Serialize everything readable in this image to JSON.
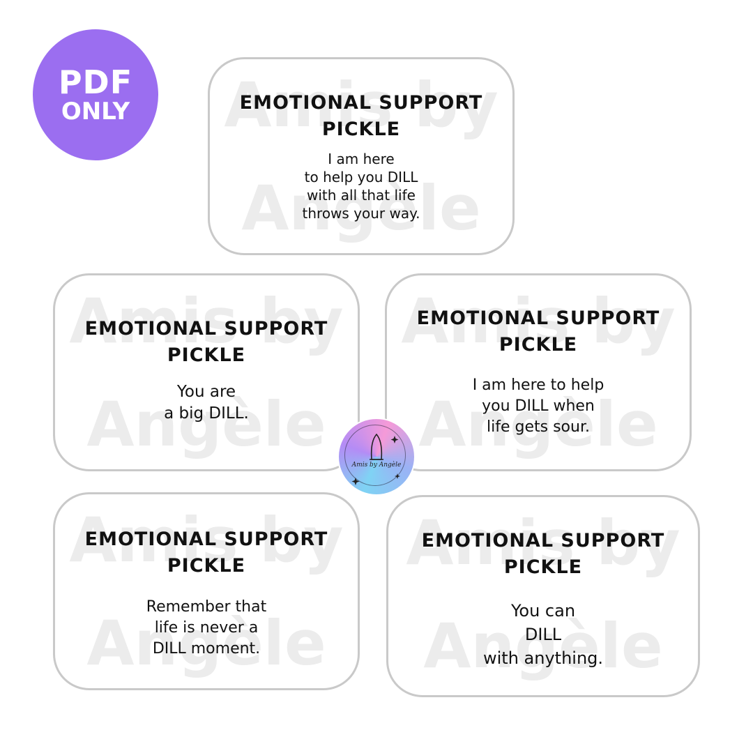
{
  "badge": {
    "line1": "PDF",
    "line2": "ONLY"
  },
  "watermark": {
    "line1": "Amis by",
    "line2": "Angèle"
  },
  "logo": {
    "text": "Amis by Angèle"
  },
  "cards": [
    {
      "title": "EMOTIONAL SUPPORT\nPICKLE",
      "message": "I am here\nto help you DILL\nwith all that life\nthrows your way."
    },
    {
      "title": "EMOTIONAL SUPPORT\nPICKLE",
      "message": "You are\na big DILL."
    },
    {
      "title": "EMOTIONAL SUPPORT\nPICKLE",
      "message": "I am here to help\nyou DILL when\nlife gets sour."
    },
    {
      "title": "EMOTIONAL SUPPORT\nPICKLE",
      "message": "Remember that\nlife is never a\nDILL moment."
    },
    {
      "title": "EMOTIONAL SUPPORT\nPICKLE",
      "message": "You can\nDILL\nwith anything."
    }
  ]
}
